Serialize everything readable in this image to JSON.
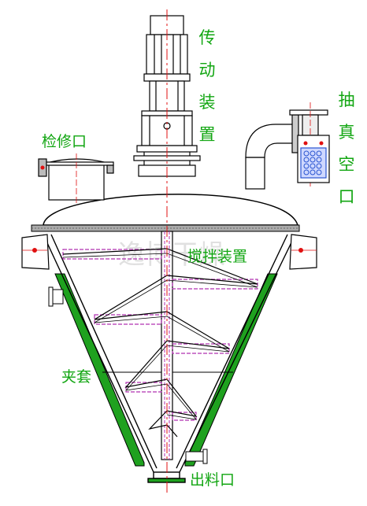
{
  "labels": {
    "drive": "传动装置",
    "vacuum": "抽真空口",
    "manhole": "检修口",
    "agitator": "搅拌装置",
    "jacket": "夹套",
    "outlet": "出料口"
  },
  "watermark": "逸博干燥",
  "colors": {
    "label": "#12a612",
    "jacket": "#1fa11f",
    "line": "#000000",
    "centerline": "#e01010",
    "agitator": "#b030b0",
    "filter": "#2a55d0"
  }
}
